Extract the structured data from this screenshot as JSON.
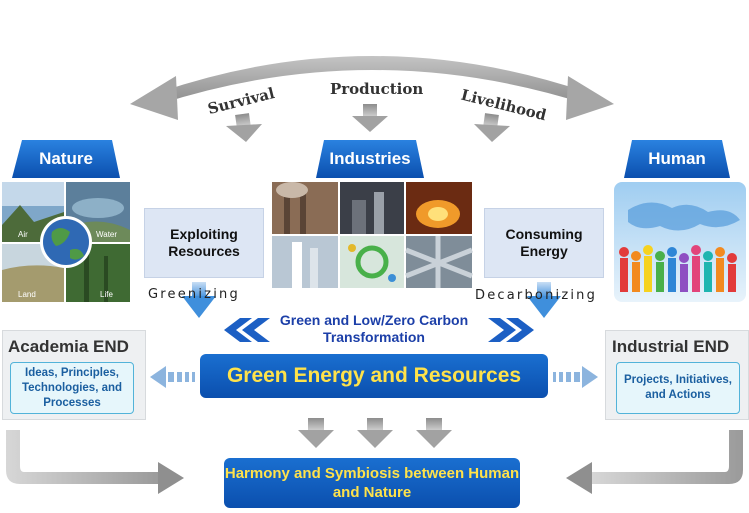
{
  "top_labels": {
    "survival": "Survival",
    "production": "Production",
    "livelihood": "Livelihood"
  },
  "nature": {
    "title": "Nature",
    "quadrants": [
      "Air",
      "Water",
      "Land",
      "Life"
    ]
  },
  "industries": {
    "title": "Industries"
  },
  "human": {
    "title": "Human"
  },
  "exploiting": "Exploiting Resources",
  "consuming": "Consuming Energy",
  "greenizing": "Greenizing",
  "decarbonizing": "Decarbonizing",
  "transformation": "Green and Low/Zero Carbon Transformation",
  "academia": {
    "title": "Academia END",
    "body": "Ideas, Principles, Technologies, and Processes"
  },
  "industrial": {
    "title": "Industrial END",
    "body": "Projects, Initiatives, and Actions"
  },
  "green_energy": "Green Energy and Resources",
  "harmony": "Harmony and Symbiosis between Human and Nature",
  "colors": {
    "blue_dark": "#0b4fae",
    "banner_text": "#ffe24a",
    "light_box": "#dde6f4",
    "gray_arrow": "#a8a8a8"
  }
}
